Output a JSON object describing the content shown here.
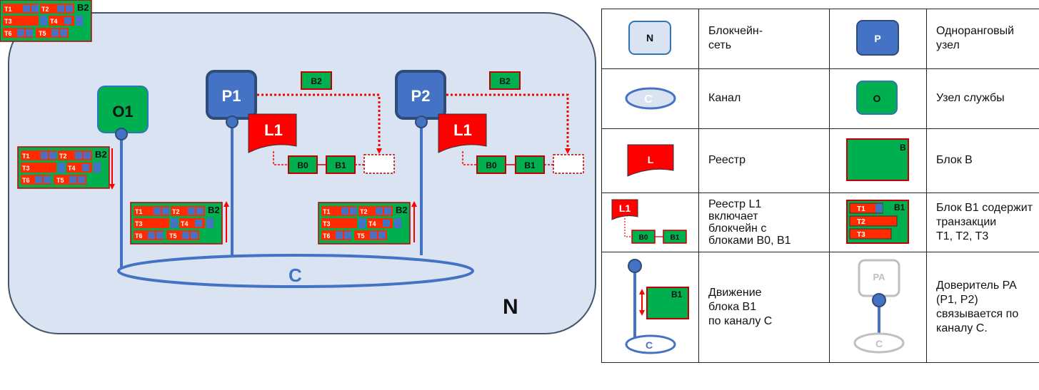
{
  "diagram": {
    "network_label": "N",
    "channel_label": "C",
    "orderer": {
      "label": "O1"
    },
    "peers": [
      {
        "label": "P1",
        "ledger": "L1"
      },
      {
        "label": "P2",
        "ledger": "L1"
      }
    ],
    "new_block": "B2",
    "chain_blocks": [
      "B0",
      "B1"
    ],
    "block_b2": {
      "name": "B2",
      "transactions": [
        "T1",
        "T2",
        "T3",
        "T4",
        "T6",
        "T5"
      ]
    }
  },
  "legend": {
    "rows": [
      {
        "icon_text": "N",
        "text": "Блокчейн-\nсеть",
        "icon_text_2": "P",
        "text_2": "Одноранговый\nузел"
      },
      {
        "icon_text": "C",
        "text": "Канал",
        "icon_text_2": "O",
        "text_2": "Узел службы"
      },
      {
        "icon_text": "L",
        "text": "Реестр",
        "icon_text_2": "B",
        "text_2": "Блок B"
      },
      {
        "icon_text": "L1",
        "icon_blocks": [
          "B0",
          "B1"
        ],
        "text": "Реестр L1\nвключает\nблокчейн с\nблоками B0, B1",
        "icon_block_2": "B1",
        "icon_tx_2": [
          "T1",
          "T2",
          "T3"
        ],
        "text_2": "Блок B1 содержит\nтранзакции\nT1, T2, T3"
      },
      {
        "icon_block": "B1",
        "icon_text": "C",
        "text": "Движение\nблока B1\nпо каналу C",
        "icon_text_2": "PA",
        "icon_text_3": "C",
        "text_2": "Доверитель PA\n(P1, P2)\nсвязывается по\nканалу C."
      }
    ]
  },
  "colors": {
    "network_bg": "#dae3f2",
    "network_border": "#44546a",
    "peer": "#4472c4",
    "peer_border": "#2f4b78",
    "orderer": "#00b050",
    "orderer_border": "#2e75b6",
    "block_green": "#00b050",
    "ledger_red": "#ff0000",
    "tx_red": "#ff2a00",
    "tx_blue": "#4472c4",
    "pa_gray": "#bfbfbf"
  }
}
